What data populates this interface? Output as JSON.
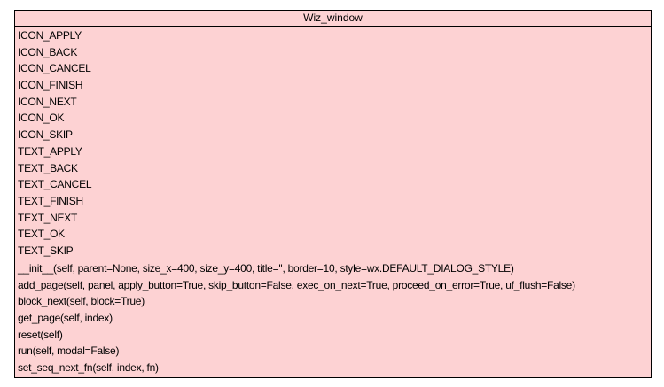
{
  "class_name": "Wiz_window",
  "attributes": [
    "ICON_APPLY",
    "ICON_BACK",
    "ICON_CANCEL",
    "ICON_FINISH",
    "ICON_NEXT",
    "ICON_OK",
    "ICON_SKIP",
    "TEXT_APPLY",
    "TEXT_BACK",
    "TEXT_CANCEL",
    "TEXT_FINISH",
    "TEXT_NEXT",
    "TEXT_OK",
    "TEXT_SKIP"
  ],
  "methods": [
    "__init__(self, parent=None, size_x=400, size_y=400, title='', border=10, style=wx.DEFAULT_DIALOG_STYLE)",
    "add_page(self, panel, apply_button=True, skip_button=False, exec_on_next=True, proceed_on_error=True, uf_flush=False)",
    "block_next(self, block=True)",
    "get_page(self, index)",
    "reset(self)",
    "run(self, modal=False)",
    "set_seq_next_fn(self, index, fn)"
  ]
}
